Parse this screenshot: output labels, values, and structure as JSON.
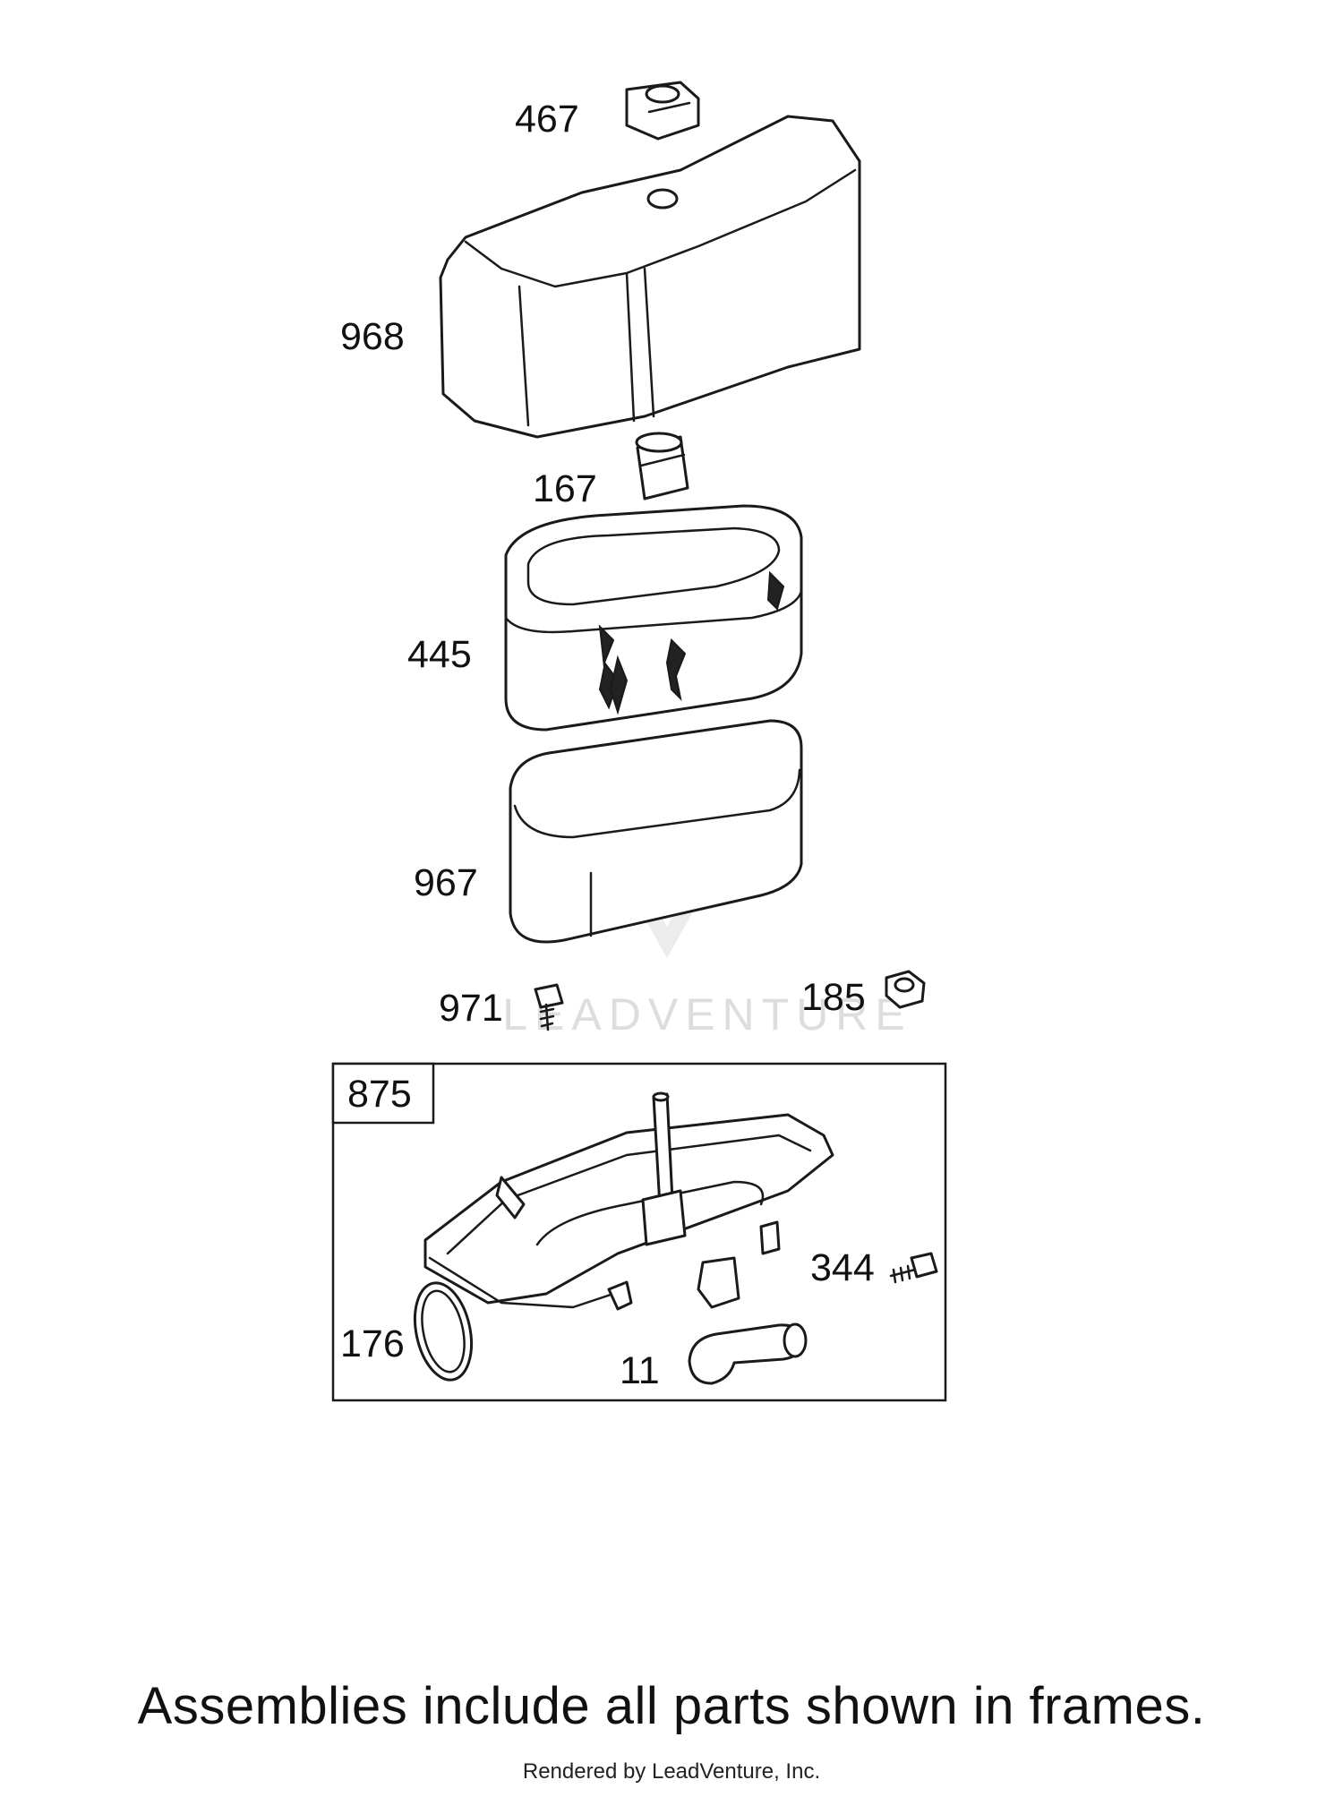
{
  "diagram": {
    "parts": {
      "p467": "467",
      "p968": "968",
      "p167": "167",
      "p445": "445",
      "p967": "967",
      "p971": "971",
      "p185": "185",
      "p875": "875",
      "p344": "344",
      "p176": "176",
      "p11": "11"
    },
    "watermark": "LEADVENTURE",
    "footer_note": "Assemblies include all parts shown in frames.",
    "credit": "Rendered by LeadVenture, Inc."
  }
}
